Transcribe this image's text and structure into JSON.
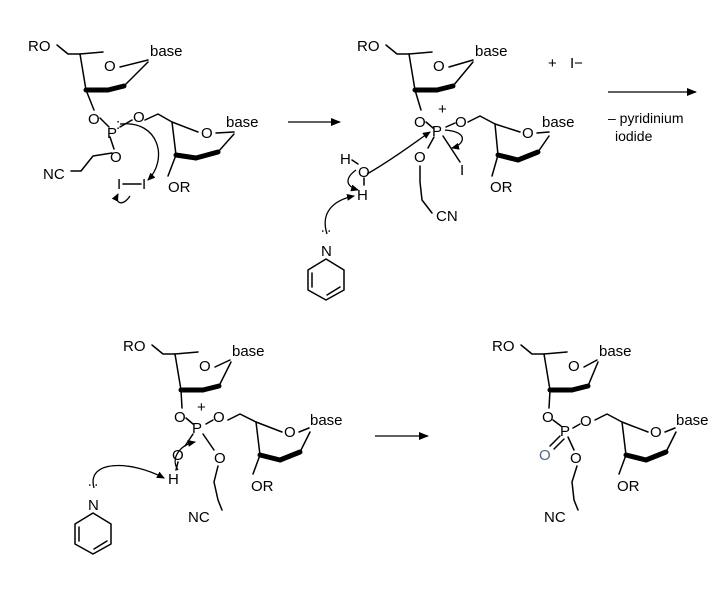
{
  "labels": {
    "ro": "RO",
    "o": "O",
    "base": "base",
    "p": "P",
    "nc": "NC",
    "cn": "CN",
    "or": "OR",
    "i": "I",
    "h": "H",
    "n": "N",
    "plus": "+",
    "lone_pair": ":",
    "iodide_plus": "+",
    "iodide_ion": "I−",
    "byproduct_line1": "– pyridinium",
    "byproduct_line2": "iodide"
  },
  "colors": {
    "ink": "#000000",
    "oxo_oxygen": "#4a6a8a"
  }
}
